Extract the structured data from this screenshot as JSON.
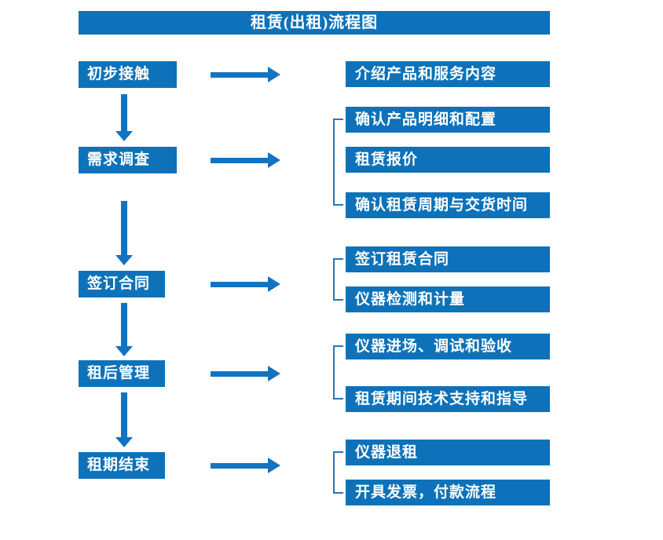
{
  "title": "租赁(出租)流程图",
  "colors": {
    "primary": "#0d72b9",
    "arrow": "#1473c0",
    "bracket": "#2e75b6"
  },
  "steps": [
    {
      "label": "初步接触",
      "details": [
        "介绍产品和服务内容"
      ]
    },
    {
      "label": "需求调查",
      "details": [
        "确认产品明细和配置",
        "租赁报价",
        "确认租赁周期与交货时间"
      ]
    },
    {
      "label": "签订合同",
      "details": [
        "签订租赁合同",
        "仪器检测和计量"
      ]
    },
    {
      "label": "租后管理",
      "details": [
        "仪器进场、调试和验收",
        "租赁期间技术支持和指导"
      ]
    },
    {
      "label": "租期结束",
      "details": [
        "仪器退租",
        "开具发票，付款流程"
      ]
    }
  ]
}
